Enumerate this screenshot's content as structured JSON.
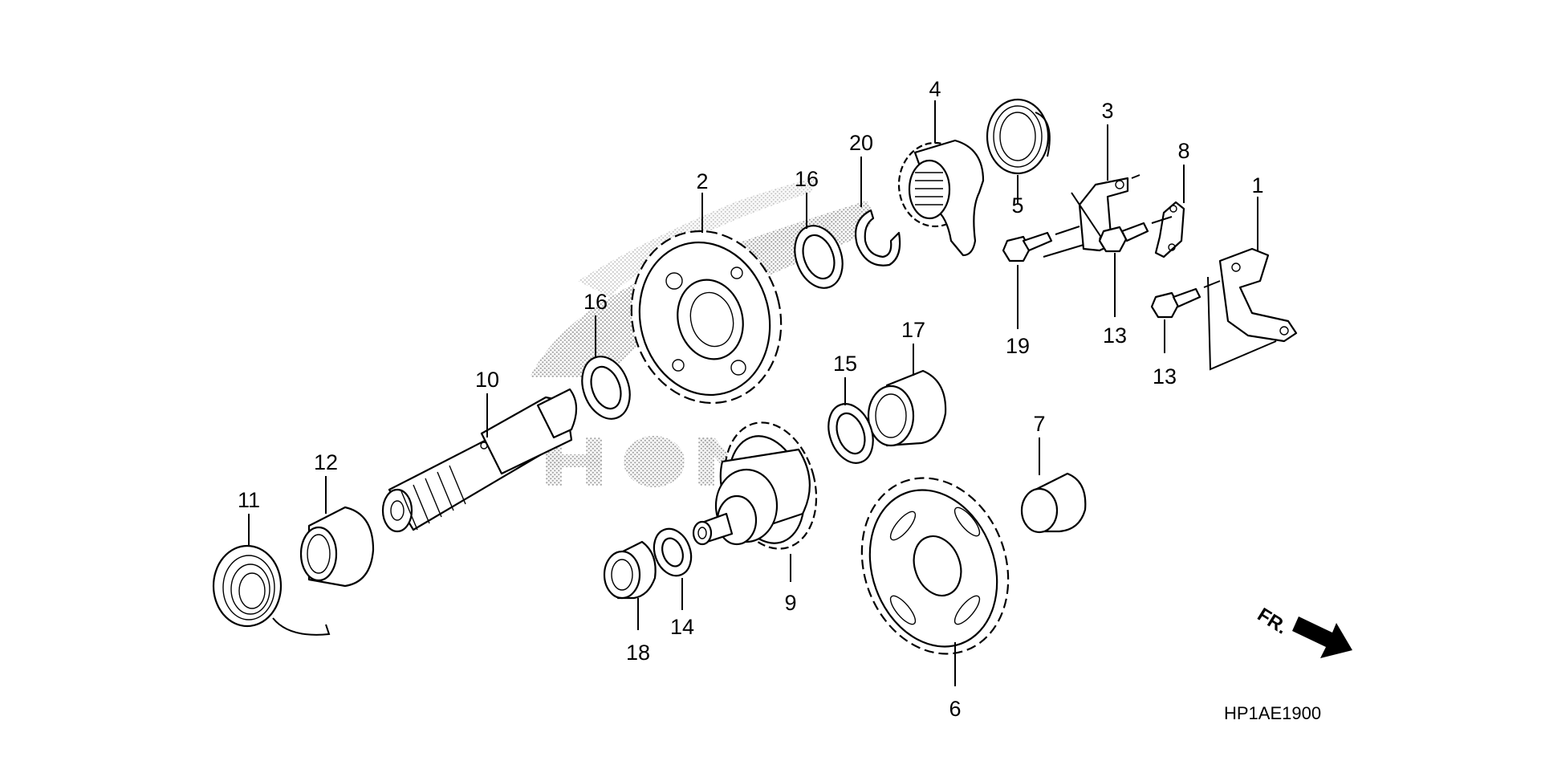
{
  "callouts": [
    {
      "id": "1",
      "text": "1"
    },
    {
      "id": "2",
      "text": "2"
    },
    {
      "id": "3",
      "text": "3"
    },
    {
      "id": "4",
      "text": "4"
    },
    {
      "id": "5",
      "text": "5"
    },
    {
      "id": "6",
      "text": "6"
    },
    {
      "id": "7",
      "text": "7"
    },
    {
      "id": "8",
      "text": "8"
    },
    {
      "id": "9",
      "text": "9"
    },
    {
      "id": "10",
      "text": "10"
    },
    {
      "id": "11",
      "text": "11"
    },
    {
      "id": "12",
      "text": "12"
    },
    {
      "id": "13a",
      "text": "13"
    },
    {
      "id": "13b",
      "text": "13"
    },
    {
      "id": "14",
      "text": "14"
    },
    {
      "id": "15",
      "text": "15"
    },
    {
      "id": "16a",
      "text": "16"
    },
    {
      "id": "16b",
      "text": "16"
    },
    {
      "id": "17",
      "text": "17"
    },
    {
      "id": "18",
      "text": "18"
    },
    {
      "id": "19",
      "text": "19"
    },
    {
      "id": "20",
      "text": "20"
    }
  ],
  "diagram_code": "HP1AE1900",
  "direction_label": "FR.",
  "watermark_text": "HONDA",
  "colors": {
    "ink": "#000000",
    "background": "#ffffff",
    "watermark": "#b8b8b8"
  }
}
